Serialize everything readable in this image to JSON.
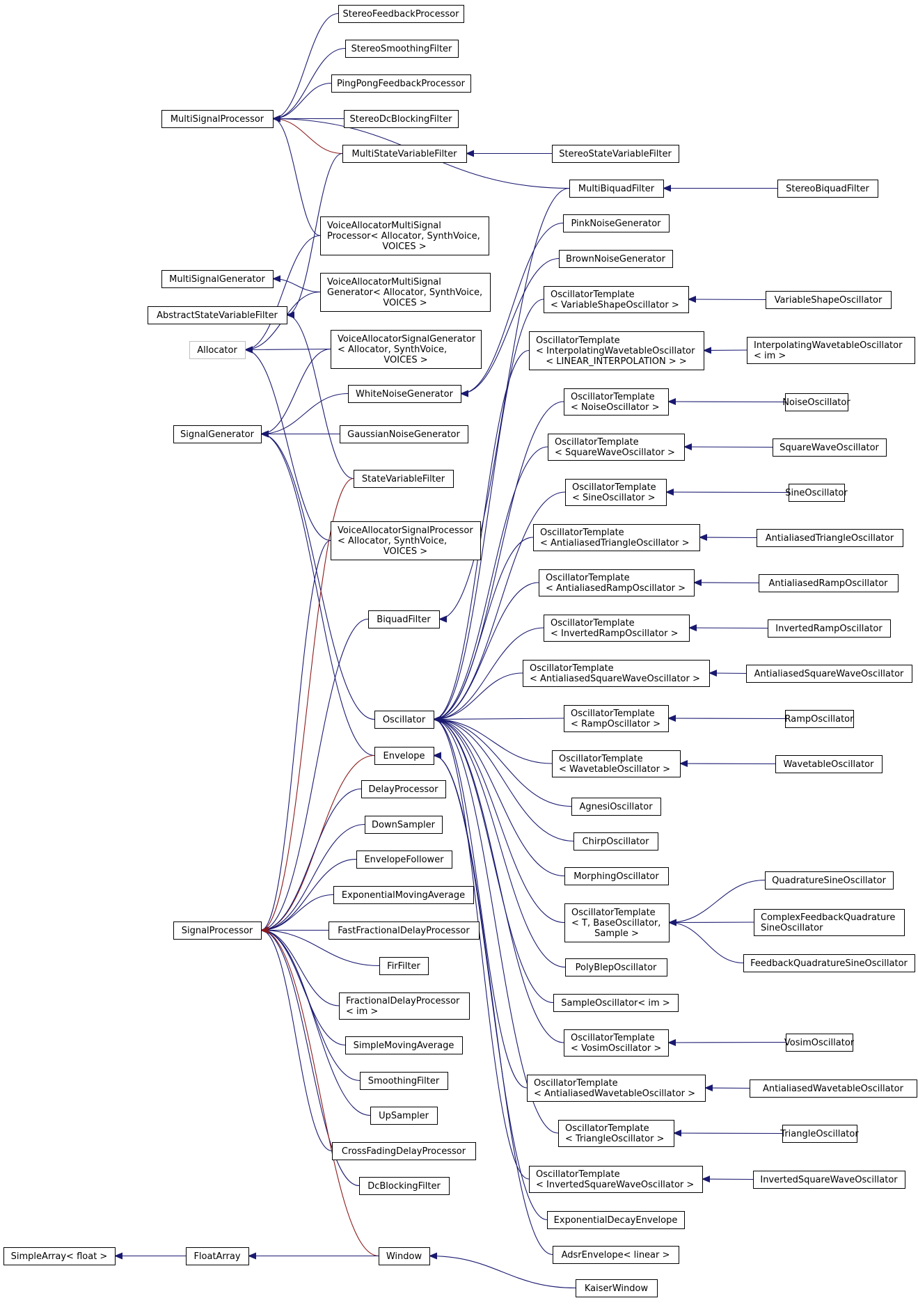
{
  "colors": {
    "inherit": "#191970",
    "template": "#8b1a1a",
    "node_border": "#000000",
    "undocumented_border": "#bfbfbf"
  },
  "nodes": [
    {
      "id": "StereoFeedbackProcessor",
      "lines": [
        "StereoFeedbackProcessor"
      ]
    },
    {
      "id": "StereoSmoothingFilter",
      "lines": [
        "StereoSmoothingFilter"
      ]
    },
    {
      "id": "PingPongFeedbackProcessor",
      "lines": [
        "PingPongFeedbackProcessor"
      ]
    },
    {
      "id": "MultiSignalProcessor",
      "lines": [
        "MultiSignalProcessor"
      ]
    },
    {
      "id": "StereoDcBlockingFilter",
      "lines": [
        "StereoDcBlockingFilter"
      ]
    },
    {
      "id": "MultiStateVariableFilter",
      "lines": [
        "MultiStateVariableFilter"
      ]
    },
    {
      "id": "StereoStateVariableFilter",
      "lines": [
        "StereoStateVariableFilter"
      ]
    },
    {
      "id": "MultiBiquadFilter",
      "lines": [
        "MultiBiquadFilter"
      ]
    },
    {
      "id": "StereoBiquadFilter",
      "lines": [
        "StereoBiquadFilter"
      ]
    },
    {
      "id": "PinkNoiseGenerator",
      "lines": [
        "PinkNoiseGenerator"
      ]
    },
    {
      "id": "VAMSP",
      "lines": [
        "VoiceAllocatorMultiSignal",
        "Processor< Allocator, SynthVoice,",
        "VOICES >"
      ]
    },
    {
      "id": "BrownNoiseGenerator",
      "lines": [
        "BrownNoiseGenerator"
      ]
    },
    {
      "id": "MultiSignalGenerator",
      "lines": [
        "MultiSignalGenerator"
      ]
    },
    {
      "id": "VAMSG",
      "lines": [
        "VoiceAllocatorMultiSignal",
        "Generator< Allocator, SynthVoice,",
        "VOICES >"
      ]
    },
    {
      "id": "OTVariableShape",
      "lines": [
        "OscillatorTemplate",
        "< VariableShapeOscillator >"
      ]
    },
    {
      "id": "VariableShapeOscillator",
      "lines": [
        "VariableShapeOscillator"
      ]
    },
    {
      "id": "AbstractStateVariableFilter",
      "lines": [
        "AbstractStateVariableFilter"
      ]
    },
    {
      "id": "Allocator",
      "lines": [
        "Allocator"
      ],
      "gray": true
    },
    {
      "id": "VASG",
      "lines": [
        "VoiceAllocatorSignalGenerator",
        "< Allocator, SynthVoice,",
        "VOICES >"
      ]
    },
    {
      "id": "OTInterpWavetable",
      "lines": [
        "OscillatorTemplate",
        "< InterpolatingWavetableOscillator",
        "< LINEAR_INTERPOLATION > >"
      ]
    },
    {
      "id": "InterpWavetableOsc",
      "lines": [
        "InterpolatingWavetableOscillator",
        "< im >"
      ]
    },
    {
      "id": "WhiteNoiseGenerator",
      "lines": [
        "WhiteNoiseGenerator"
      ]
    },
    {
      "id": "OTNoise",
      "lines": [
        "OscillatorTemplate",
        "< NoiseOscillator >"
      ]
    },
    {
      "id": "NoiseOscillator",
      "lines": [
        "NoiseOscillator"
      ]
    },
    {
      "id": "SignalGenerator",
      "lines": [
        "SignalGenerator"
      ]
    },
    {
      "id": "GaussianNoiseGenerator",
      "lines": [
        "GaussianNoiseGenerator"
      ]
    },
    {
      "id": "OTSquareWave",
      "lines": [
        "OscillatorTemplate",
        "< SquareWaveOscillator >"
      ]
    },
    {
      "id": "SquareWaveOscillator",
      "lines": [
        "SquareWaveOscillator"
      ]
    },
    {
      "id": "StateVariableFilter",
      "lines": [
        "StateVariableFilter"
      ]
    },
    {
      "id": "OTSine",
      "lines": [
        "OscillatorTemplate",
        "< SineOscillator >"
      ]
    },
    {
      "id": "SineOscillator",
      "lines": [
        "SineOscillator"
      ]
    },
    {
      "id": "VASP",
      "lines": [
        "VoiceAllocatorSignalProcessor",
        "< Allocator, SynthVoice,",
        "VOICES >"
      ]
    },
    {
      "id": "OTAATriangle",
      "lines": [
        "OscillatorTemplate",
        "< AntialiasedTriangleOscillator >"
      ]
    },
    {
      "id": "AntialiasedTriangleOscillator",
      "lines": [
        "AntialiasedTriangleOscillator"
      ]
    },
    {
      "id": "OTAARamp",
      "lines": [
        "OscillatorTemplate",
        "< AntialiasedRampOscillator >"
      ]
    },
    {
      "id": "AntialiasedRampOscillator",
      "lines": [
        "AntialiasedRampOscillator"
      ]
    },
    {
      "id": "BiquadFilter",
      "lines": [
        "BiquadFilter"
      ]
    },
    {
      "id": "OTInvRamp",
      "lines": [
        "OscillatorTemplate",
        "< InvertedRampOscillator >"
      ]
    },
    {
      "id": "InvertedRampOscillator",
      "lines": [
        "InvertedRampOscillator"
      ]
    },
    {
      "id": "OTAASquare",
      "lines": [
        "OscillatorTemplate",
        "< AntialiasedSquareWaveOscillator >"
      ]
    },
    {
      "id": "AntialiasedSquareWaveOscillator",
      "lines": [
        "AntialiasedSquareWaveOscillator"
      ]
    },
    {
      "id": "Oscillator",
      "lines": [
        "Oscillator"
      ]
    },
    {
      "id": "OTRamp",
      "lines": [
        "OscillatorTemplate",
        "< RampOscillator >"
      ]
    },
    {
      "id": "RampOscillator",
      "lines": [
        "RampOscillator"
      ]
    },
    {
      "id": "Envelope",
      "lines": [
        "Envelope"
      ]
    },
    {
      "id": "OTWavetable",
      "lines": [
        "OscillatorTemplate",
        "< WavetableOscillator >"
      ]
    },
    {
      "id": "WavetableOscillator",
      "lines": [
        "WavetableOscillator"
      ]
    },
    {
      "id": "DelayProcessor",
      "lines": [
        "DelayProcessor"
      ]
    },
    {
      "id": "AgnesiOscillator",
      "lines": [
        "AgnesiOscillator"
      ]
    },
    {
      "id": "DownSampler",
      "lines": [
        "DownSampler"
      ]
    },
    {
      "id": "ChirpOscillator",
      "lines": [
        "ChirpOscillator"
      ]
    },
    {
      "id": "EnvelopeFollower",
      "lines": [
        "EnvelopeFollower"
      ]
    },
    {
      "id": "MorphingOscillator",
      "lines": [
        "MorphingOscillator"
      ]
    },
    {
      "id": "QuadratureSineOscillator",
      "lines": [
        "QuadratureSineOscillator"
      ]
    },
    {
      "id": "ExponentialMovingAverage",
      "lines": [
        "ExponentialMovingAverage"
      ]
    },
    {
      "id": "OTGeneric",
      "lines": [
        "OscillatorTemplate",
        "< T, BaseOscillator,",
        "Sample >"
      ]
    },
    {
      "id": "ComplexFeedbackQuadrature",
      "lines": [
        "ComplexFeedbackQuadrature",
        "SineOscillator"
      ]
    },
    {
      "id": "SignalProcessor",
      "lines": [
        "SignalProcessor"
      ]
    },
    {
      "id": "FastFractionalDelayProcessor",
      "lines": [
        "FastFractionalDelayProcessor"
      ]
    },
    {
      "id": "FeedbackQuadratureSineOscillator",
      "lines": [
        "FeedbackQuadratureSineOscillator"
      ]
    },
    {
      "id": "FirFilter",
      "lines": [
        "FirFilter"
      ]
    },
    {
      "id": "PolyBlepOscillator",
      "lines": [
        "PolyBlepOscillator"
      ]
    },
    {
      "id": "FractionalDelayProcessor",
      "lines": [
        "FractionalDelayProcessor",
        "< im >"
      ]
    },
    {
      "id": "SampleOscillator",
      "lines": [
        "SampleOscillator< im >"
      ]
    },
    {
      "id": "SimpleMovingAverage",
      "lines": [
        "SimpleMovingAverage"
      ]
    },
    {
      "id": "OTVosim",
      "lines": [
        "OscillatorTemplate",
        "< VosimOscillator >"
      ]
    },
    {
      "id": "VosimOscillator",
      "lines": [
        "VosimOscillator"
      ]
    },
    {
      "id": "SmoothingFilter",
      "lines": [
        "SmoothingFilter"
      ]
    },
    {
      "id": "OTAAWavetable",
      "lines": [
        "OscillatorTemplate",
        "< AntialiasedWavetableOscillator >"
      ]
    },
    {
      "id": "AntialiasedWavetableOscillator",
      "lines": [
        "AntialiasedWavetableOscillator"
      ]
    },
    {
      "id": "UpSampler",
      "lines": [
        "UpSampler"
      ]
    },
    {
      "id": "OTTriangle",
      "lines": [
        "OscillatorTemplate",
        "< TriangleOscillator >"
      ]
    },
    {
      "id": "TriangleOscillator",
      "lines": [
        "TriangleOscillator"
      ]
    },
    {
      "id": "CrossFadingDelayProcessor",
      "lines": [
        "CrossFadingDelayProcessor"
      ]
    },
    {
      "id": "OTInvSquare",
      "lines": [
        "OscillatorTemplate",
        "< InvertedSquareWaveOscillator >"
      ]
    },
    {
      "id": "InvertedSquareWaveOscillator",
      "lines": [
        "InvertedSquareWaveOscillator"
      ]
    },
    {
      "id": "DcBlockingFilter",
      "lines": [
        "DcBlockingFilter"
      ]
    },
    {
      "id": "ExponentialDecayEnvelope",
      "lines": [
        "ExponentialDecayEnvelope"
      ]
    },
    {
      "id": "SimpleArrayFloat",
      "lines": [
        "SimpleArray< float >"
      ]
    },
    {
      "id": "FloatArray",
      "lines": [
        "FloatArray"
      ]
    },
    {
      "id": "Window",
      "lines": [
        "Window"
      ]
    },
    {
      "id": "AdsrEnvelope",
      "lines": [
        "AdsrEnvelope< linear >"
      ]
    },
    {
      "id": "KaiserWindow",
      "lines": [
        "KaiserWindow"
      ]
    }
  ],
  "edges": [
    {
      "from": "StereoFeedbackProcessor",
      "to": "MultiSignalProcessor",
      "kind": "inherit"
    },
    {
      "from": "StereoSmoothingFilter",
      "to": "MultiSignalProcessor",
      "kind": "inherit"
    },
    {
      "from": "PingPongFeedbackProcessor",
      "to": "MultiSignalProcessor",
      "kind": "inherit"
    },
    {
      "from": "StereoDcBlockingFilter",
      "to": "MultiSignalProcessor",
      "kind": "inherit"
    },
    {
      "from": "MultiStateVariableFilter",
      "to": "MultiSignalProcessor",
      "kind": "template"
    },
    {
      "from": "MultiBiquadFilter",
      "to": "MultiSignalProcessor",
      "kind": "inherit"
    },
    {
      "from": "VAMSP",
      "to": "MultiSignalProcessor",
      "kind": "inherit"
    },
    {
      "from": "StereoStateVariableFilter",
      "to": "MultiStateVariableFilter",
      "kind": "inherit"
    },
    {
      "from": "StereoBiquadFilter",
      "to": "MultiBiquadFilter",
      "kind": "inherit"
    },
    {
      "from": "MultiStateVariableFilter",
      "to": "AbstractStateVariableFilter",
      "kind": "inherit"
    },
    {
      "from": "StateVariableFilter",
      "to": "AbstractStateVariableFilter",
      "kind": "inherit"
    },
    {
      "from": "VAMSG",
      "to": "MultiSignalGenerator",
      "kind": "inherit"
    },
    {
      "from": "VAMSP",
      "to": "Allocator",
      "kind": "inherit"
    },
    {
      "from": "VAMSG",
      "to": "Allocator",
      "kind": "inherit"
    },
    {
      "from": "VASG",
      "to": "Allocator",
      "kind": "inherit"
    },
    {
      "from": "VASP",
      "to": "Allocator",
      "kind": "inherit"
    },
    {
      "from": "VariableShapeOscillator",
      "to": "OTVariableShape",
      "kind": "inherit"
    },
    {
      "from": "InterpWavetableOsc",
      "to": "OTInterpWavetable",
      "kind": "inherit"
    },
    {
      "from": "PinkNoiseGenerator",
      "to": "WhiteNoiseGenerator",
      "kind": "inherit"
    },
    {
      "from": "BrownNoiseGenerator",
      "to": "WhiteNoiseGenerator",
      "kind": "inherit"
    },
    {
      "from": "MultiBiquadFilter",
      "to": "BiquadFilter",
      "kind": "inherit"
    },
    {
      "from": "NoiseOscillator",
      "to": "OTNoise",
      "kind": "inherit"
    },
    {
      "from": "SquareWaveOscillator",
      "to": "OTSquareWave",
      "kind": "inherit"
    },
    {
      "from": "SineOscillator",
      "to": "OTSine",
      "kind": "inherit"
    },
    {
      "from": "AntialiasedTriangleOscillator",
      "to": "OTAATriangle",
      "kind": "inherit"
    },
    {
      "from": "AntialiasedRampOscillator",
      "to": "OTAARamp",
      "kind": "inherit"
    },
    {
      "from": "InvertedRampOscillator",
      "to": "OTInvRamp",
      "kind": "inherit"
    },
    {
      "from": "AntialiasedSquareWaveOscillator",
      "to": "OTAASquare",
      "kind": "inherit"
    },
    {
      "from": "RampOscillator",
      "to": "OTRamp",
      "kind": "inherit"
    },
    {
      "from": "WavetableOscillator",
      "to": "OTWavetable",
      "kind": "inherit"
    },
    {
      "from": "QuadratureSineOscillator",
      "to": "OTGeneric",
      "kind": "inherit"
    },
    {
      "from": "ComplexFeedbackQuadrature",
      "to": "OTGeneric",
      "kind": "inherit"
    },
    {
      "from": "FeedbackQuadratureSineOscillator",
      "to": "OTGeneric",
      "kind": "inherit"
    },
    {
      "from": "VosimOscillator",
      "to": "OTVosim",
      "kind": "inherit"
    },
    {
      "from": "AntialiasedWavetableOscillator",
      "to": "OTAAWavetable",
      "kind": "inherit"
    },
    {
      "from": "TriangleOscillator",
      "to": "OTTriangle",
      "kind": "inherit"
    },
    {
      "from": "InvertedSquareWaveOscillator",
      "to": "OTInvSquare",
      "kind": "inherit"
    },
    {
      "from": "VASG",
      "to": "SignalGenerator",
      "kind": "inherit"
    },
    {
      "from": "WhiteNoiseGenerator",
      "to": "SignalGenerator",
      "kind": "inherit"
    },
    {
      "from": "GaussianNoiseGenerator",
      "to": "SignalGenerator",
      "kind": "inherit"
    },
    {
      "from": "Oscillator",
      "to": "SignalGenerator",
      "kind": "inherit"
    },
    {
      "from": "Envelope",
      "to": "SignalGenerator",
      "kind": "inherit"
    },
    {
      "from": "OTVariableShape",
      "to": "Oscillator",
      "kind": "inherit"
    },
    {
      "from": "OTInterpWavetable",
      "to": "Oscillator",
      "kind": "inherit"
    },
    {
      "from": "OTNoise",
      "to": "Oscillator",
      "kind": "inherit"
    },
    {
      "from": "OTSquareWave",
      "to": "Oscillator",
      "kind": "inherit"
    },
    {
      "from": "OTSine",
      "to": "Oscillator",
      "kind": "inherit"
    },
    {
      "from": "OTAATriangle",
      "to": "Oscillator",
      "kind": "inherit"
    },
    {
      "from": "OTAARamp",
      "to": "Oscillator",
      "kind": "inherit"
    },
    {
      "from": "OTInvRamp",
      "to": "Oscillator",
      "kind": "inherit"
    },
    {
      "from": "OTAASquare",
      "to": "Oscillator",
      "kind": "inherit"
    },
    {
      "from": "OTRamp",
      "to": "Oscillator",
      "kind": "inherit"
    },
    {
      "from": "OTWavetable",
      "to": "Oscillator",
      "kind": "inherit"
    },
    {
      "from": "AgnesiOscillator",
      "to": "Oscillator",
      "kind": "inherit"
    },
    {
      "from": "ChirpOscillator",
      "to": "Oscillator",
      "kind": "inherit"
    },
    {
      "from": "MorphingOscillator",
      "to": "Oscillator",
      "kind": "inherit"
    },
    {
      "from": "OTGeneric",
      "to": "Oscillator",
      "kind": "inherit"
    },
    {
      "from": "PolyBlepOscillator",
      "to": "Oscillator",
      "kind": "inherit"
    },
    {
      "from": "SampleOscillator",
      "to": "Oscillator",
      "kind": "inherit"
    },
    {
      "from": "OTVosim",
      "to": "Oscillator",
      "kind": "inherit"
    },
    {
      "from": "OTAAWavetable",
      "to": "Oscillator",
      "kind": "inherit"
    },
    {
      "from": "OTTriangle",
      "to": "Oscillator",
      "kind": "inherit"
    },
    {
      "from": "OTInvSquare",
      "to": "Oscillator",
      "kind": "inherit"
    },
    {
      "from": "ExponentialDecayEnvelope",
      "to": "Envelope",
      "kind": "inherit"
    },
    {
      "from": "AdsrEnvelope",
      "to": "Envelope",
      "kind": "inherit"
    },
    {
      "from": "StateVariableFilter",
      "to": "SignalProcessor",
      "kind": "template"
    },
    {
      "from": "VASP",
      "to": "SignalProcessor",
      "kind": "inherit"
    },
    {
      "from": "BiquadFilter",
      "to": "SignalProcessor",
      "kind": "inherit"
    },
    {
      "from": "Envelope",
      "to": "SignalProcessor",
      "kind": "template"
    },
    {
      "from": "DelayProcessor",
      "to": "SignalProcessor",
      "kind": "inherit"
    },
    {
      "from": "DownSampler",
      "to": "SignalProcessor",
      "kind": "inherit"
    },
    {
      "from": "EnvelopeFollower",
      "to": "SignalProcessor",
      "kind": "inherit"
    },
    {
      "from": "ExponentialMovingAverage",
      "to": "SignalProcessor",
      "kind": "inherit"
    },
    {
      "from": "FastFractionalDelayProcessor",
      "to": "SignalProcessor",
      "kind": "inherit"
    },
    {
      "from": "FirFilter",
      "to": "SignalProcessor",
      "kind": "inherit"
    },
    {
      "from": "FractionalDelayProcessor",
      "to": "SignalProcessor",
      "kind": "inherit"
    },
    {
      "from": "SimpleMovingAverage",
      "to": "SignalProcessor",
      "kind": "inherit"
    },
    {
      "from": "SmoothingFilter",
      "to": "SignalProcessor",
      "kind": "inherit"
    },
    {
      "from": "UpSampler",
      "to": "SignalProcessor",
      "kind": "inherit"
    },
    {
      "from": "CrossFadingDelayProcessor",
      "to": "SignalProcessor",
      "kind": "inherit"
    },
    {
      "from": "DcBlockingFilter",
      "to": "SignalProcessor",
      "kind": "inherit"
    },
    {
      "from": "Window",
      "to": "SignalProcessor",
      "kind": "template"
    },
    {
      "from": "FloatArray",
      "to": "SimpleArrayFloat",
      "kind": "inherit"
    },
    {
      "from": "Window",
      "to": "FloatArray",
      "kind": "inherit"
    },
    {
      "from": "KaiserWindow",
      "to": "Window",
      "kind": "inherit"
    }
  ]
}
